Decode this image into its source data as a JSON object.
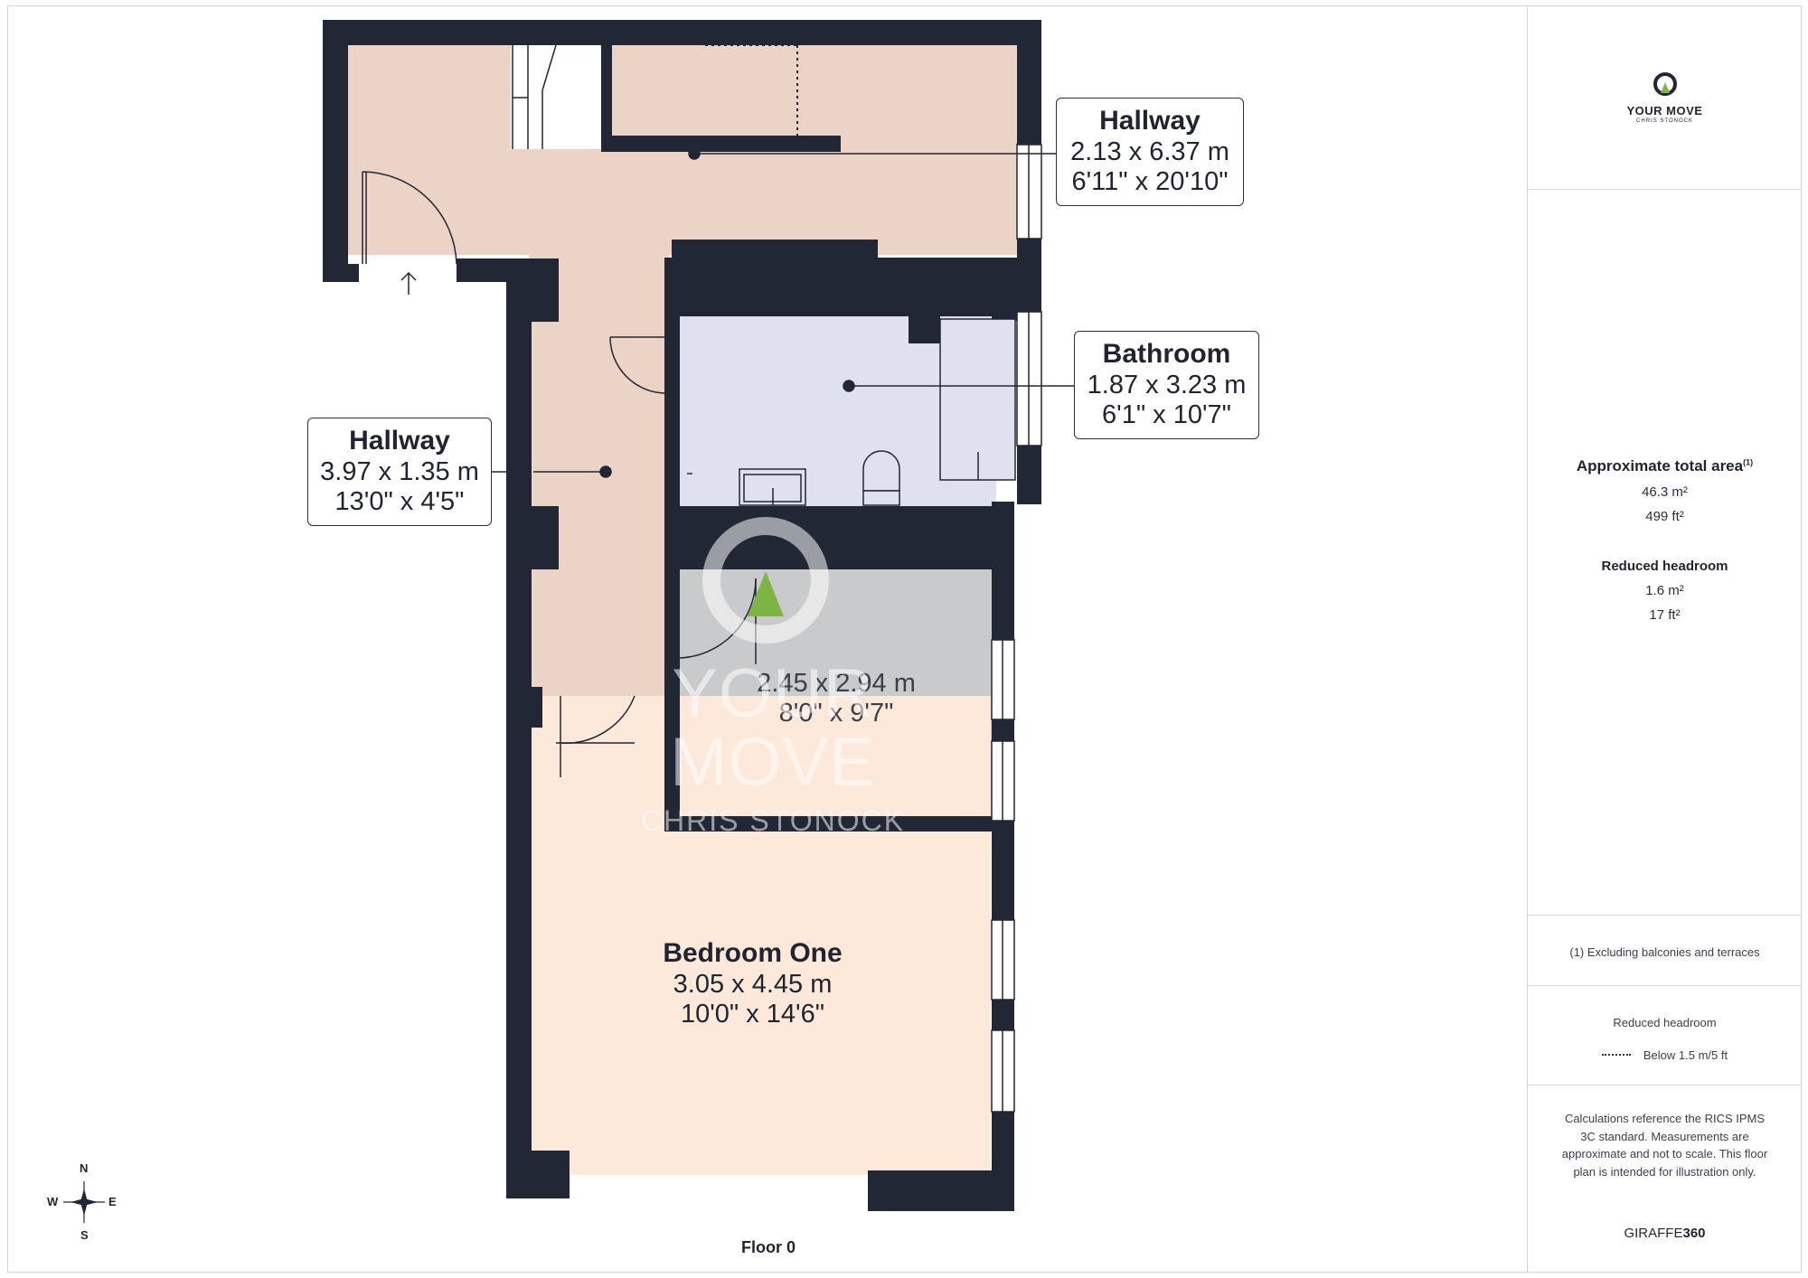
{
  "rooms": {
    "hallway_top": {
      "name": "Hallway",
      "metric": "2.13 x 6.37 m",
      "imperial": "6'11\" x 20'10\""
    },
    "bathroom": {
      "name": "Bathroom",
      "metric": "1.87 x 3.23 m",
      "imperial": "6'1\" x 10'7\""
    },
    "hallway_left": {
      "name": "Hallway",
      "metric": "3.97 x 1.35 m",
      "imperial": "13'0\" x 4'5\""
    },
    "middle_room": {
      "metric": "2.45 x 2.94 m",
      "imperial": "8'0\" x 9'7\""
    },
    "bedroom_one": {
      "name": "Bedroom One",
      "metric": "3.05 x 4.45 m",
      "imperial": "10'0\" x 14'6\""
    }
  },
  "watermark": {
    "brand": "YOUR MOVE",
    "sub": "CHRIS STONOCK"
  },
  "floor_label": "Floor 0",
  "compass": {
    "n": "N",
    "s": "S",
    "e": "E",
    "w": "W"
  },
  "sidebar": {
    "logo": {
      "brand": "YOUR MOVE",
      "sub": "CHRIS STONOCK"
    },
    "total_area_title": "Approximate total area",
    "total_area_sup": "(1)",
    "total_area_m2": "46.3 m²",
    "total_area_ft2": "499 ft²",
    "reduced_headroom_title": "Reduced headroom",
    "reduced_headroom_m2": "1.6 m²",
    "reduced_headroom_ft2": "17 ft²",
    "footnote": "(1) Excluding balconies and terraces",
    "legend_title": "Reduced headroom",
    "legend_item": "Below 1.5 m/5 ft",
    "disclaimer": "Calculations reference the RICS IPMS 3C standard. Measurements are approximate and not to scale. This floor plan is intended for illustration only.",
    "brand_mark_light": "GIRAFFE",
    "brand_mark_bold": "360"
  },
  "colors": {
    "wall": "#222735",
    "hallway_fill": "#ebd3c5",
    "bathroom_fill": "#dfe2ee",
    "bedroom_fill": "#fde9d9",
    "watermark_room_fill": "#c9cacc",
    "logo_green": "#7db543"
  }
}
